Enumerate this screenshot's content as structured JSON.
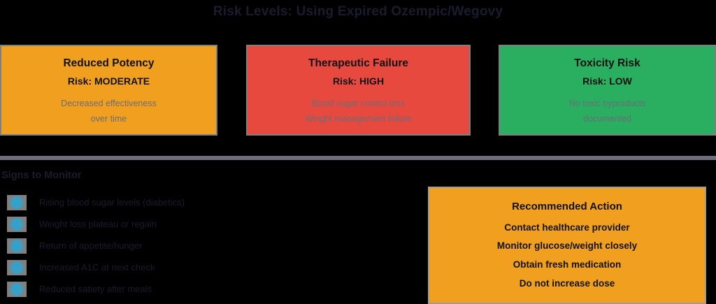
{
  "title": "Risk Levels: Using Expired Ozempic/Wegovy",
  "colors": {
    "background": "#000000",
    "moderate": "#f0a01e",
    "high": "#e8493f",
    "low": "#2aae5f",
    "divider": "#6d6e7c",
    "legend_dot": "#37a0c8",
    "legend_marker_bg": "#808080",
    "card_border": "#7f7f7f",
    "title_text": "#1b1b2f",
    "card_desc_text": "#6c6c78"
  },
  "cards": [
    {
      "title": "Reduced Potency",
      "risk": "Risk: MODERATE",
      "risk_level": "MODERATE",
      "description_lines": [
        "Decreased effectiveness",
        "over time"
      ],
      "color": "#f0a01e"
    },
    {
      "title": "Therapeutic Failure",
      "risk": "Risk: HIGH",
      "risk_level": "HIGH",
      "description_lines": [
        "Blood sugar control loss",
        "Weight management failure"
      ],
      "color": "#e8493f"
    },
    {
      "title": "Toxicity Risk",
      "risk": "Risk: LOW",
      "risk_level": "LOW",
      "description_lines": [
        "No toxic byproducts",
        "documented"
      ],
      "color": "#2aae5f"
    }
  ],
  "legend": {
    "heading": "Signs to Monitor",
    "items": [
      {
        "label": "Rising blood sugar levels (diabetics)"
      },
      {
        "label": "Weight loss plateau or regain"
      },
      {
        "label": "Return of appetite/hunger"
      },
      {
        "label": "Increased A1C at next check"
      },
      {
        "label": "Reduced satiety after meals"
      }
    ]
  },
  "action": {
    "title": "Recommended Action",
    "items": [
      "Contact healthcare provider",
      "Monitor glucose/weight closely",
      "Obtain fresh medication",
      "Do not increase dose"
    ]
  }
}
